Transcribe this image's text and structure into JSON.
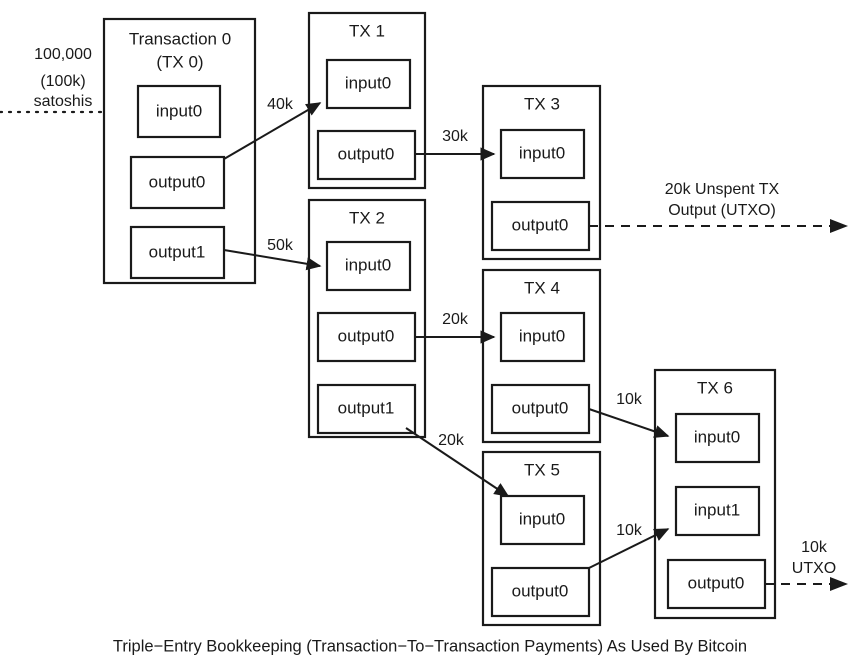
{
  "diagram": {
    "caption": "Triple−Entry Bookkeeping (Transaction−To−Transaction Payments) As Used By Bitcoin",
    "colors": {
      "stroke": "#1a1a1a",
      "fill": "#ffffff",
      "background": "#ffffff"
    },
    "source_label": {
      "line1": "100,000",
      "line2": "(100k)",
      "line3": "satoshis"
    },
    "transactions": [
      {
        "id": "tx0",
        "title_line1": "Transaction 0",
        "title_line2": "(TX 0)",
        "inputs": [
          "input0"
        ],
        "outputs": [
          "output0",
          "output1"
        ]
      },
      {
        "id": "tx1",
        "title_line1": "TX 1",
        "title_line2": "",
        "inputs": [
          "input0"
        ],
        "outputs": [
          "output0"
        ]
      },
      {
        "id": "tx2",
        "title_line1": "TX 2",
        "title_line2": "",
        "inputs": [
          "input0"
        ],
        "outputs": [
          "output0",
          "output1"
        ]
      },
      {
        "id": "tx3",
        "title_line1": "TX 3",
        "title_line2": "",
        "inputs": [
          "input0"
        ],
        "outputs": [
          "output0"
        ]
      },
      {
        "id": "tx4",
        "title_line1": "TX 4",
        "title_line2": "",
        "inputs": [
          "input0"
        ],
        "outputs": [
          "output0"
        ]
      },
      {
        "id": "tx5",
        "title_line1": "TX 5",
        "title_line2": "",
        "inputs": [
          "input0"
        ],
        "outputs": [
          "output0"
        ]
      },
      {
        "id": "tx6",
        "title_line1": "TX 6",
        "title_line2": "",
        "inputs": [
          "input0",
          "input1"
        ],
        "outputs": [
          "output0"
        ]
      }
    ],
    "flows": [
      {
        "id": "flow-source-tx0",
        "amount": "",
        "from": "external",
        "to": "tx0.input0",
        "style": "dotted"
      },
      {
        "id": "flow-tx0-tx1",
        "amount": "40k",
        "from": "tx0.output0",
        "to": "tx1.input0",
        "style": "solid"
      },
      {
        "id": "flow-tx0-tx2",
        "amount": "50k",
        "from": "tx0.output1",
        "to": "tx2.input0",
        "style": "solid"
      },
      {
        "id": "flow-tx1-tx3",
        "amount": "30k",
        "from": "tx1.output0",
        "to": "tx3.input0",
        "style": "solid"
      },
      {
        "id": "flow-tx2-tx4",
        "amount": "20k",
        "from": "tx2.output0",
        "to": "tx4.input0",
        "style": "solid"
      },
      {
        "id": "flow-tx2-tx5",
        "amount": "20k",
        "from": "tx2.output1",
        "to": "tx5.input0",
        "style": "solid"
      },
      {
        "id": "flow-tx4-tx6",
        "amount": "10k",
        "from": "tx4.output0",
        "to": "tx6.input0",
        "style": "solid"
      },
      {
        "id": "flow-tx5-tx6",
        "amount": "10k",
        "from": "tx5.output0",
        "to": "tx6.input1",
        "style": "solid"
      },
      {
        "id": "flow-tx3-utxo",
        "amount": "",
        "from": "tx3.output0",
        "to": "utxo",
        "style": "dashed"
      },
      {
        "id": "flow-tx6-utxo",
        "amount": "",
        "from": "tx6.output0",
        "to": "utxo",
        "style": "dashed"
      }
    ],
    "utxo_labels": {
      "tx3_line1": "20k Unspent TX",
      "tx3_line2": "Output (UTXO)",
      "tx6_line1": "10k",
      "tx6_line2": "UTXO"
    }
  }
}
